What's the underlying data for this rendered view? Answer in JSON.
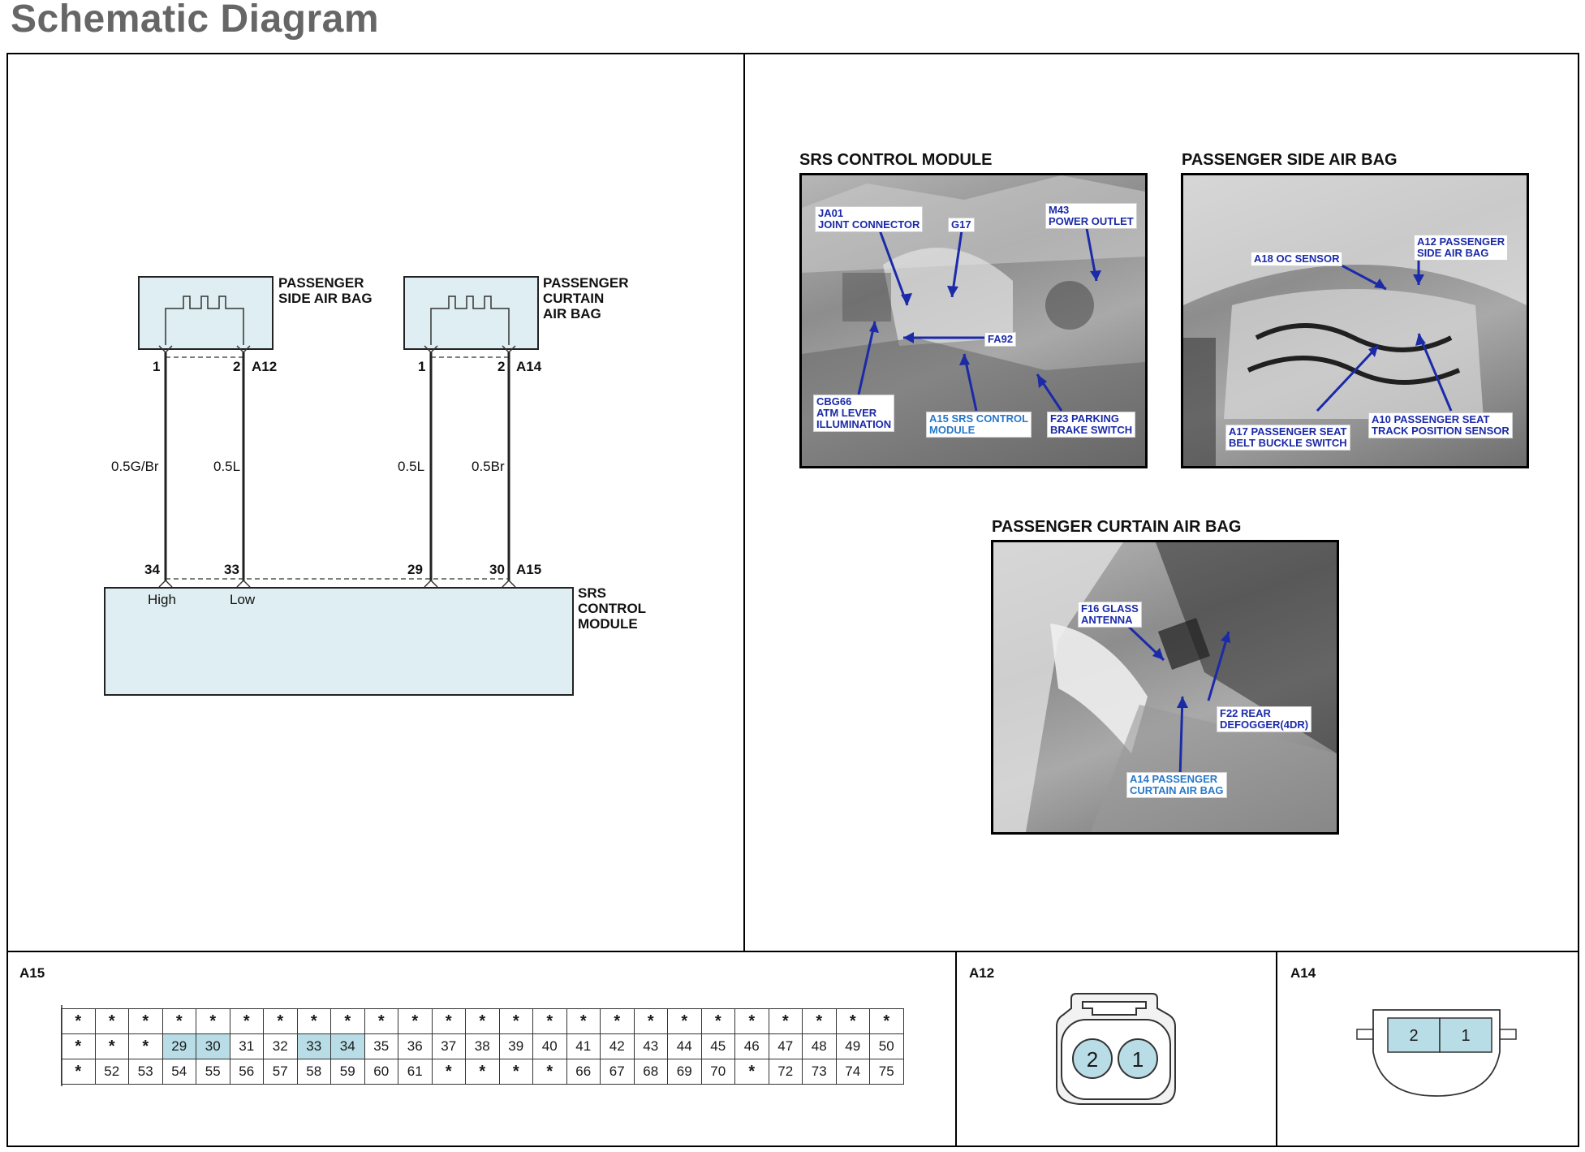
{
  "title": "Schematic Diagram",
  "colors": {
    "fill": "#deeef2",
    "highlight": "#b9dde6",
    "callout_text": "#1b2aa8",
    "arrow": "#1b2aa8"
  },
  "schematic": {
    "comp_side": {
      "name": "PASSENGER\nSIDE AIR BAG",
      "connector": "A12",
      "pin_left": "1",
      "pin_right": "2"
    },
    "comp_curtain": {
      "name": "PASSENGER\nCURTAIN\nAIR BAG",
      "connector": "A14",
      "pin_left": "1",
      "pin_right": "2"
    },
    "wires": [
      "0.5G/Br",
      "0.5L",
      "0.5L",
      "0.5Br"
    ],
    "module": {
      "name": "SRS\nCONTROL\nMODULE",
      "connector": "A15",
      "pins": [
        "34",
        "33",
        "29",
        "30"
      ],
      "pin_high": "High",
      "pin_low": "Low"
    }
  },
  "photos": {
    "srs": {
      "title": "SRS CONTROL MODULE",
      "callouts": [
        "JA01\nJOINT CONNECTOR",
        "G17",
        "M43\nPOWER OUTLET",
        "FA92",
        "CBG66\nATM LEVER\nILLUMINATION",
        "A15 SRS CONTROL\nMODULE",
        "F23 PARKING\nBRAKE SWITCH"
      ]
    },
    "side": {
      "title": "PASSENGER SIDE AIR BAG",
      "callouts": [
        "A18 OC SENSOR",
        "A12 PASSENGER\nSIDE AIR BAG",
        "A17 PASSENGER SEAT\nBELT BUCKLE SWITCH",
        "A10 PASSENGER SEAT\nTRACK POSITION SENSOR"
      ]
    },
    "curtain": {
      "title": "PASSENGER CURTAIN AIR BAG",
      "callouts": [
        "F16 GLASS\nANTENNA",
        "F22 REAR\nDEFOGGER(4DR)",
        "A14 PASSENGER\nCURTAIN AIR BAG"
      ]
    }
  },
  "connectors": {
    "a15": {
      "label": "A15",
      "rows": [
        [
          "*",
          "*",
          "*",
          "*",
          "*",
          "*",
          "*",
          "*",
          "*",
          "*",
          "*",
          "*",
          "*",
          "*",
          "*",
          "*",
          "*",
          "*",
          "*",
          "*",
          "*",
          "*",
          "*",
          "*",
          "*"
        ],
        [
          "*",
          "*",
          "*",
          "29",
          "30",
          "31",
          "32",
          "33",
          "34",
          "35",
          "36",
          "37",
          "38",
          "39",
          "40",
          "41",
          "42",
          "43",
          "44",
          "45",
          "46",
          "47",
          "48",
          "49",
          "50"
        ],
        [
          "*",
          "52",
          "53",
          "54",
          "55",
          "56",
          "57",
          "58",
          "59",
          "60",
          "61",
          "*",
          "*",
          "*",
          "*",
          "66",
          "67",
          "68",
          "69",
          "70",
          "*",
          "72",
          "73",
          "74",
          "75"
        ]
      ],
      "highlighted": [
        "29",
        "30",
        "33",
        "34"
      ]
    },
    "a12": {
      "label": "A12",
      "pins": [
        "2",
        "1"
      ]
    },
    "a14": {
      "label": "A14",
      "pins": [
        "2",
        "1"
      ]
    }
  }
}
